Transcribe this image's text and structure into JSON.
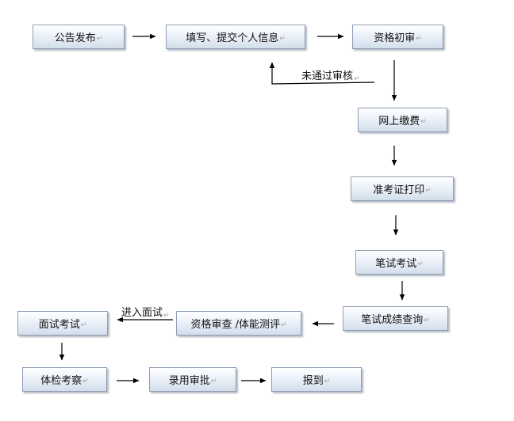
{
  "nodes": {
    "announce": "公告发布",
    "fill_info": "填写、提交个人信息",
    "initial_review": "资格初审",
    "online_payment": "网上缴费",
    "print_ticket": "准考证打印",
    "written_exam": "笔试考试",
    "score_query": "笔试成绩查询",
    "qualification_check": "资格审查 /体能测评",
    "interview": "面试考试",
    "medical_exam": "体检考察",
    "hiring_approval": "录用审批",
    "report": "报到"
  },
  "edge_labels": {
    "not_approved": "未通过审核",
    "enter_interview": "进入面试"
  },
  "para_mark": "↵",
  "colors": {
    "line": "#000000",
    "box_border": "#8f9fb5",
    "box_top": "#ffffff",
    "box_bottom": "#d3deec"
  }
}
